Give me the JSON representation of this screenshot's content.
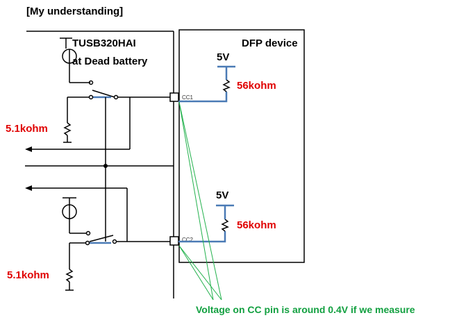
{
  "heading": "[My understanding]",
  "ic_label_line1": "TUSB320HAI",
  "ic_label_line2": "at Dead battery",
  "dfp_label": "DFP device",
  "pins": {
    "cc1": "CC1",
    "cc2": "CC2"
  },
  "supply_top": "5V",
  "supply_bottom": "5V",
  "pullup_top": "56kohm",
  "pullup_bottom": "56kohm",
  "pulldown_top": "5.1kohm",
  "pulldown_bottom": "5.1kohm",
  "note": "Voltage on CC pin is around 0.4V if we measure",
  "colors": {
    "red_label": "#e00000",
    "green_note": "#12a040",
    "cable": "#4a7ab5",
    "wire": "#000000"
  }
}
